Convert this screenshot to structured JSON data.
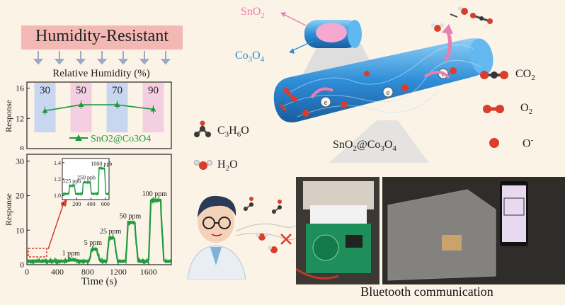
{
  "banner": {
    "title": "Humidity-Resistant"
  },
  "chart_data": [
    {
      "type": "line",
      "title": "Relative Humidity (%)",
      "categories": [
        "30",
        "50",
        "70",
        "90"
      ],
      "series": [
        {
          "name": "SnO2@Co3O4",
          "values": [
            13.0,
            13.8,
            13.8,
            13.2
          ]
        }
      ],
      "ylabel": "Response",
      "yticks": [
        "8",
        "12",
        "16"
      ],
      "ylim": [
        8,
        16.8
      ],
      "highlight_color": "#c8d6ef",
      "highlight_color_alt": "#f4cfe1"
    },
    {
      "type": "line",
      "xlabel": "Time (s)",
      "ylabel": "Response",
      "xticks": [
        "0",
        "400",
        "800",
        "1200",
        "1600"
      ],
      "yticks": [
        "0",
        "10",
        "20",
        "30"
      ],
      "xlim": [
        0,
        1900
      ],
      "ylim": [
        0,
        32
      ],
      "annotations": [
        "1 ppm",
        "5 ppm",
        "25 ppm",
        "50 ppm",
        "100 ppm"
      ],
      "pulses": [
        {
          "start": 520,
          "end": 640,
          "peak": 1.4
        },
        {
          "start": 820,
          "end": 920,
          "peak": 4.5
        },
        {
          "start": 1050,
          "end": 1150,
          "peak": 7.8
        },
        {
          "start": 1300,
          "end": 1420,
          "peak": 12.2
        },
        {
          "start": 1600,
          "end": 1760,
          "peak": 18.7
        }
      ],
      "line_color": "#1f9a3d",
      "inset": {
        "xticks": [
          "0",
          "200",
          "400",
          "600"
        ],
        "yticks": [
          "1.0",
          "1.2",
          "1.4"
        ],
        "xlim": [
          0,
          650
        ],
        "ylim": [
          0.95,
          1.45
        ],
        "annotations": [
          "125 ppb",
          "250 ppb",
          "1000 ppb"
        ],
        "pulses": [
          {
            "start": 90,
            "end": 170,
            "peak": 1.12
          },
          {
            "start": 280,
            "end": 390,
            "peak": 1.16
          },
          {
            "start": 500,
            "end": 590,
            "peak": 1.33
          }
        ]
      }
    }
  ],
  "diagram": {
    "sno2": "SnO",
    "co3o4": "Co",
    "composite": "SnO",
    "legend_co2": "CO",
    "legend_o2": "O",
    "legend_ominus": "O",
    "c3h6o": "C",
    "h2o": "H",
    "electron": "e",
    "sub_2": "2",
    "sub_3": "3",
    "sub_4": "4",
    "sub_6": "6",
    "at": "@",
    "o_letter": "O",
    "h_letter": "H",
    "minus": "-",
    "bluetooth": "Bluetooth communication"
  },
  "colors": {
    "co3o4": "#2f8ed8",
    "sno2": "#e87fb2",
    "green": "#1f9a3d",
    "red": "#d93d2b",
    "banner": "#f3b8b4"
  }
}
